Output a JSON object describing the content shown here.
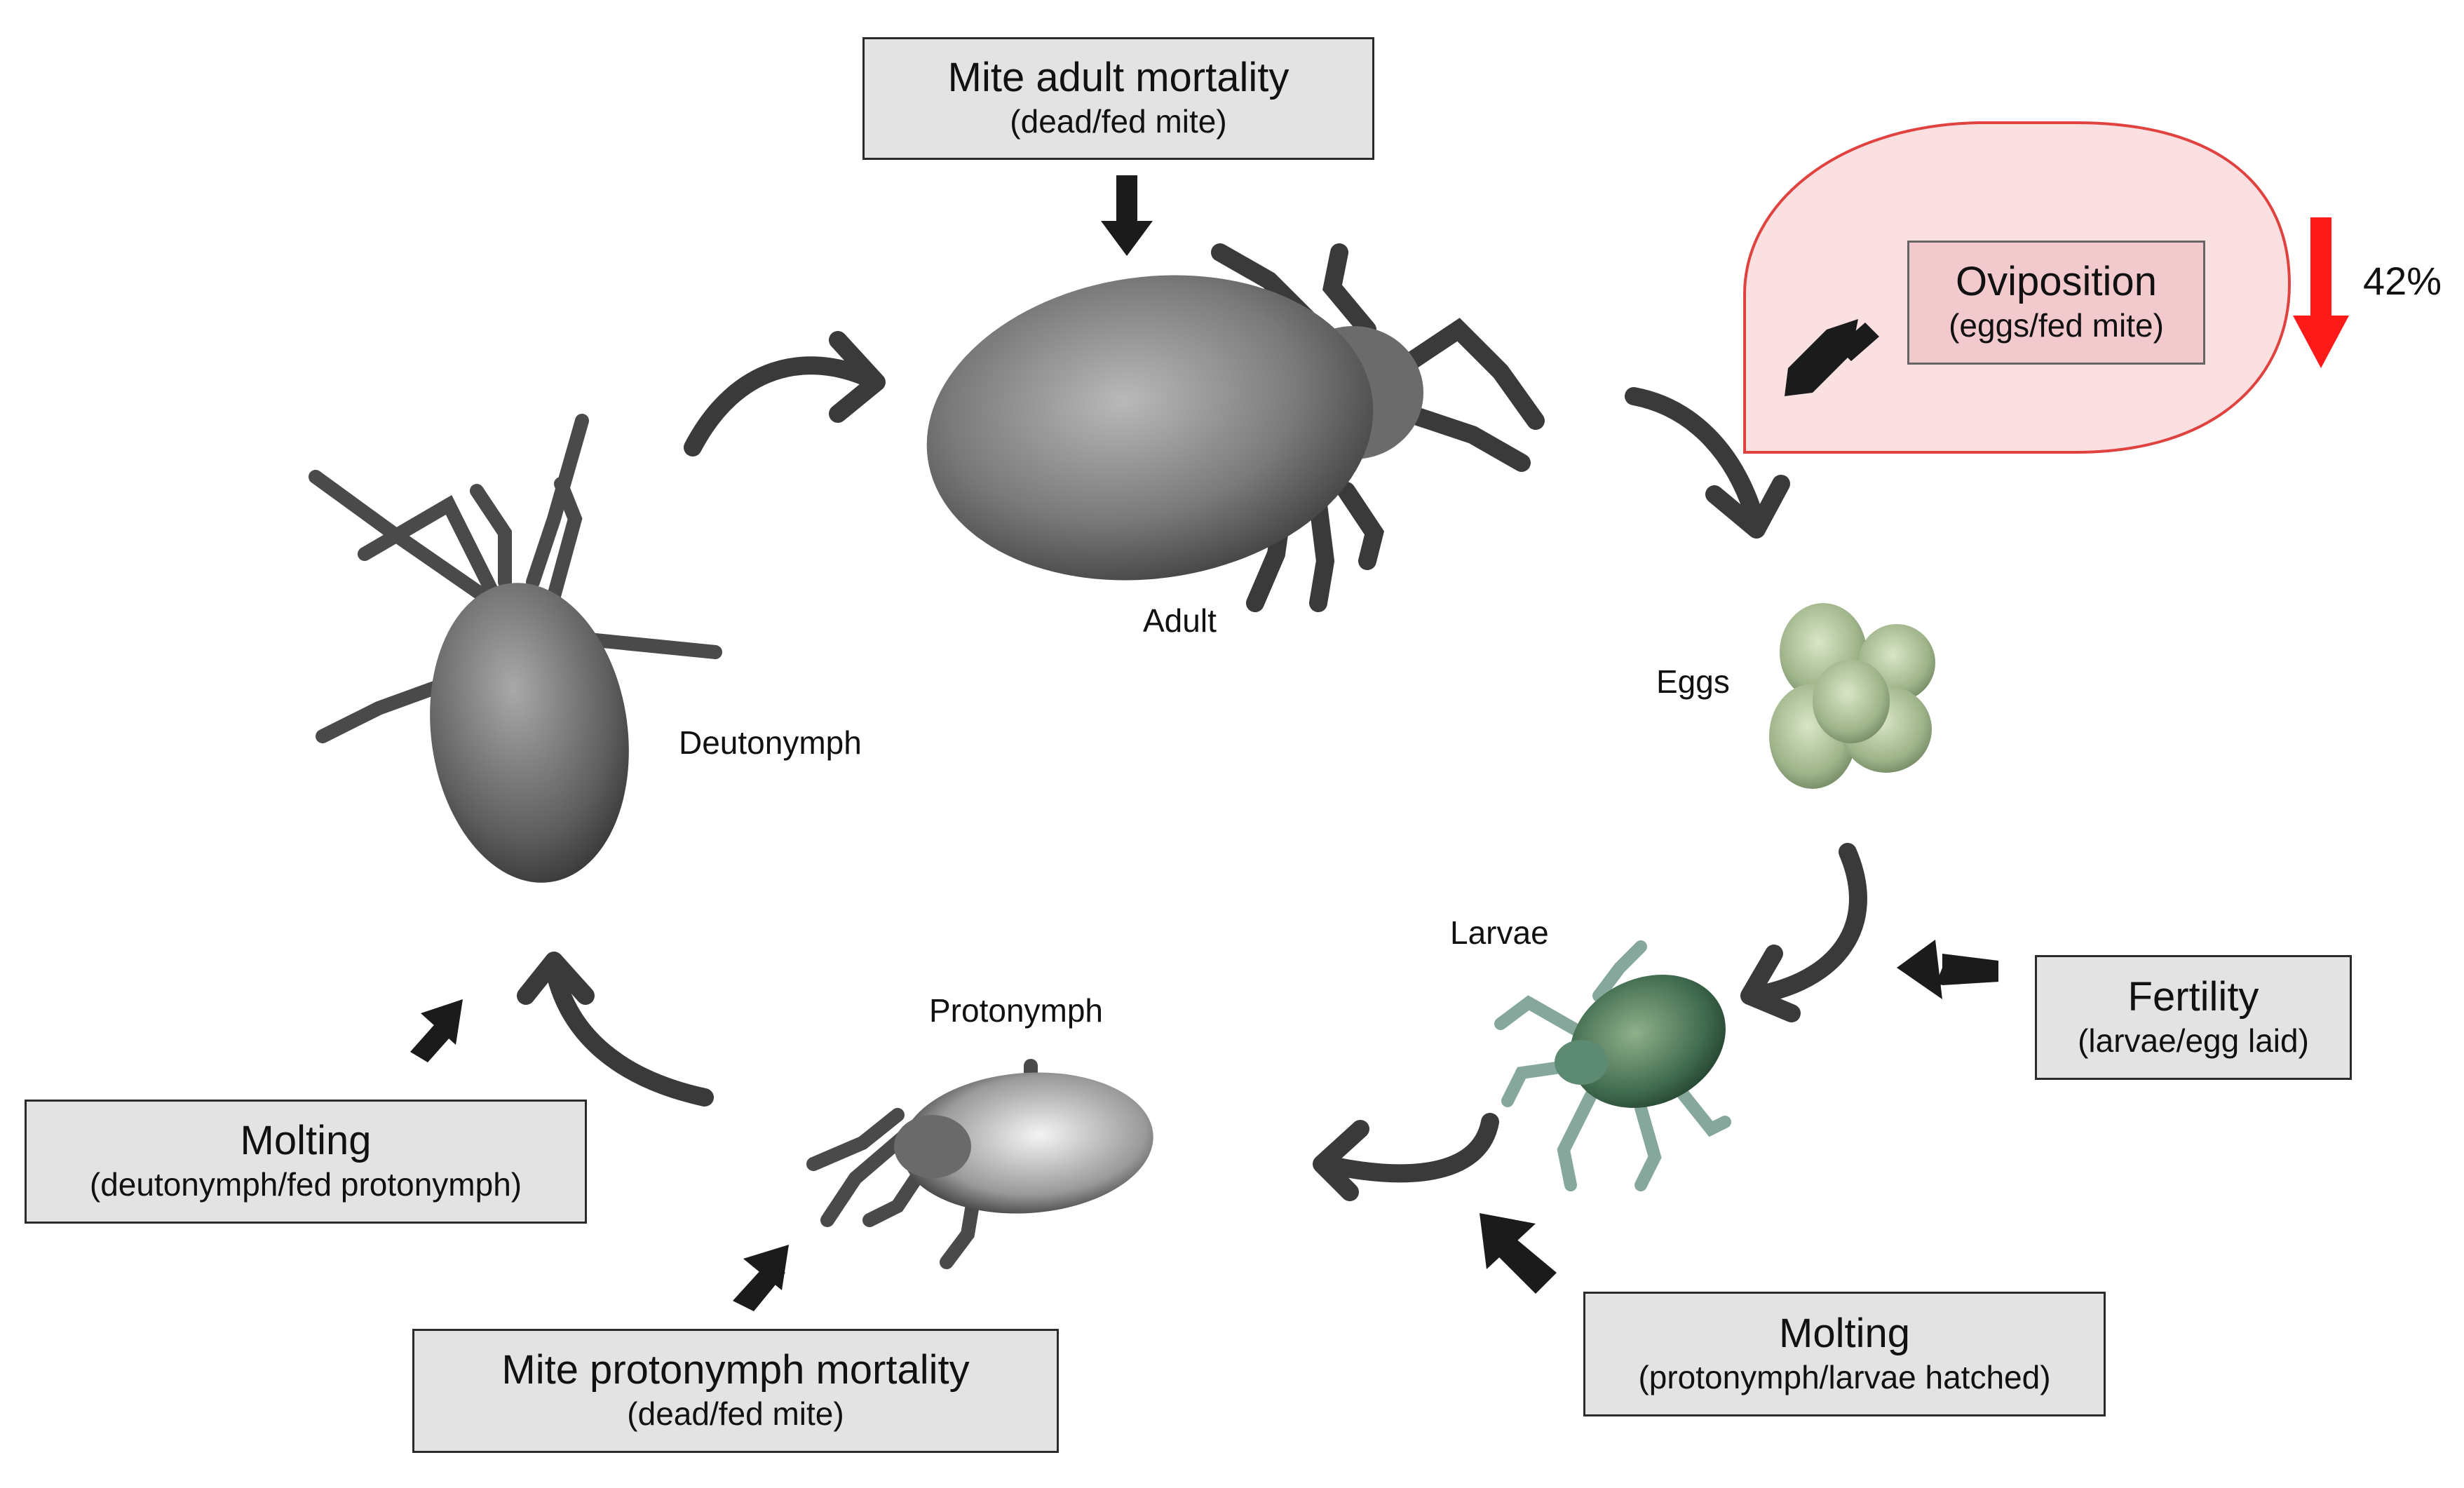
{
  "stages": {
    "adult": "Adult",
    "eggs": "Eggs",
    "larvae": "Larvae",
    "protonymph": "Protonymph",
    "deutonymph": "Deutonymph"
  },
  "boxes": {
    "adult_mortality": {
      "title": "Mite adult mortality",
      "subtitle": "(dead/fed mite)"
    },
    "oviposition": {
      "title": "Oviposition",
      "subtitle": "(eggs/fed mite)"
    },
    "fertility": {
      "title": "Fertility",
      "subtitle": "(larvae/egg laid)"
    },
    "molting_protonymph": {
      "title": "Molting",
      "subtitle": "(protonymph/larvae hatched)"
    },
    "protonymph_mortality": {
      "title": "Mite protonymph mortality",
      "subtitle": "(dead/fed mite)"
    },
    "molting_deutonymph": {
      "title": "Molting",
      "subtitle": "(deutonymph/fed protonymph)"
    }
  },
  "oviposition_change": "42%",
  "colors": {
    "decrease_arrow": "#ff1a1a",
    "highlight_fill": "#fbe0e2",
    "highlight_stroke": "#e0433f",
    "cycle_arrow": "#3a3a3a",
    "box_fill": "#e3e3e3"
  }
}
